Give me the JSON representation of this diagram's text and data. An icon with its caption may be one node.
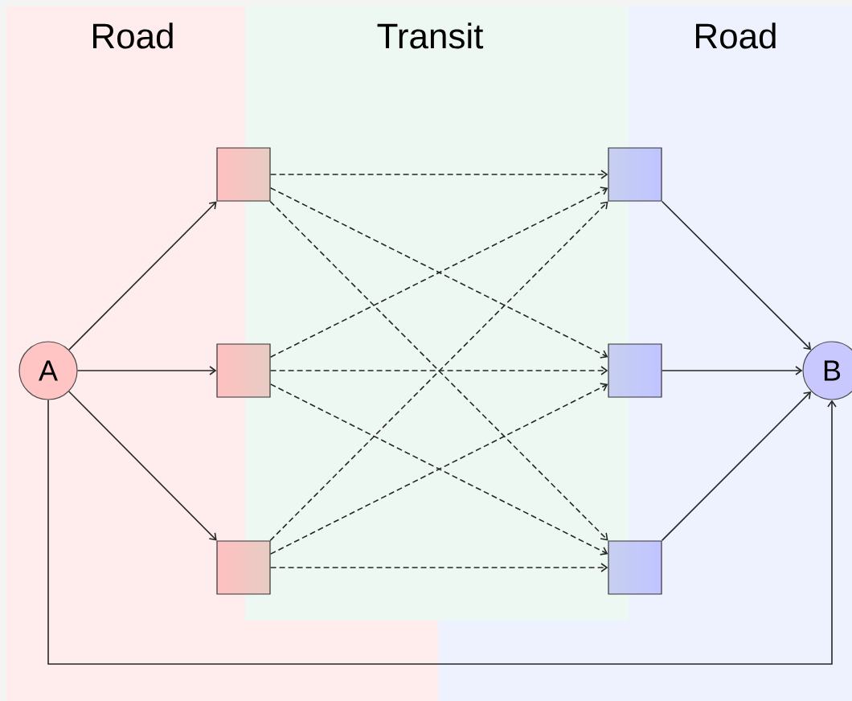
{
  "diagram": {
    "nodes": [
      {
        "text": [
          "A"
        ]
      },
      {
        "text": [],
        "shape": "box"
      },
      {
        "text": [],
        "shape": "box"
      },
      {
        "text": [],
        "shape": "box"
      },
      {
        "text": [],
        "shape": "box"
      },
      {
        "text": [],
        "shape": "box"
      },
      {
        "text": [],
        "shape": "box"
      },
      {
        "text": [
          "B"
        ]
      }
    ],
    "edges": [
      {
        "from": 0,
        "to": 1,
        "arrow": "to"
      },
      {
        "from": 0,
        "to": 2,
        "arrow": "to"
      },
      {
        "from": 0,
        "to": 3,
        "arrow": "to"
      },
      {
        "from": 1,
        "to": 4,
        "arrow": "to",
        "style": "dashed"
      },
      {
        "from": 1,
        "to": 5,
        "arrow": "to",
        "style": "dashed"
      },
      {
        "from": 1,
        "to": 6,
        "arrow": "to",
        "style": "dashed"
      },
      {
        "from": 2,
        "to": 4,
        "arrow": "to",
        "style": "dashed"
      },
      {
        "from": 2,
        "to": 5,
        "arrow": "to",
        "style": "dashed"
      },
      {
        "from": 2,
        "to": 6,
        "arrow": "to",
        "style": "dashed"
      },
      {
        "from": 3,
        "to": 4,
        "arrow": "to",
        "style": "dashed"
      },
      {
        "from": 3,
        "to": 5,
        "arrow": "to",
        "style": "dashed"
      },
      {
        "from": 3,
        "to": 6,
        "arrow": "to",
        "style": "dashed"
      },
      {
        "from": 4,
        "to": 7,
        "arrow": "to"
      },
      {
        "from": 5,
        "to": 7,
        "arrow": "to"
      },
      {
        "from": 6,
        "to": 7,
        "arrow": "to"
      },
      {
        "from": 0,
        "to": 7,
        "arrow": "to"
      }
    ],
    "labels": [
      "Road",
      "Transit",
      "Road"
    ]
  }
}
